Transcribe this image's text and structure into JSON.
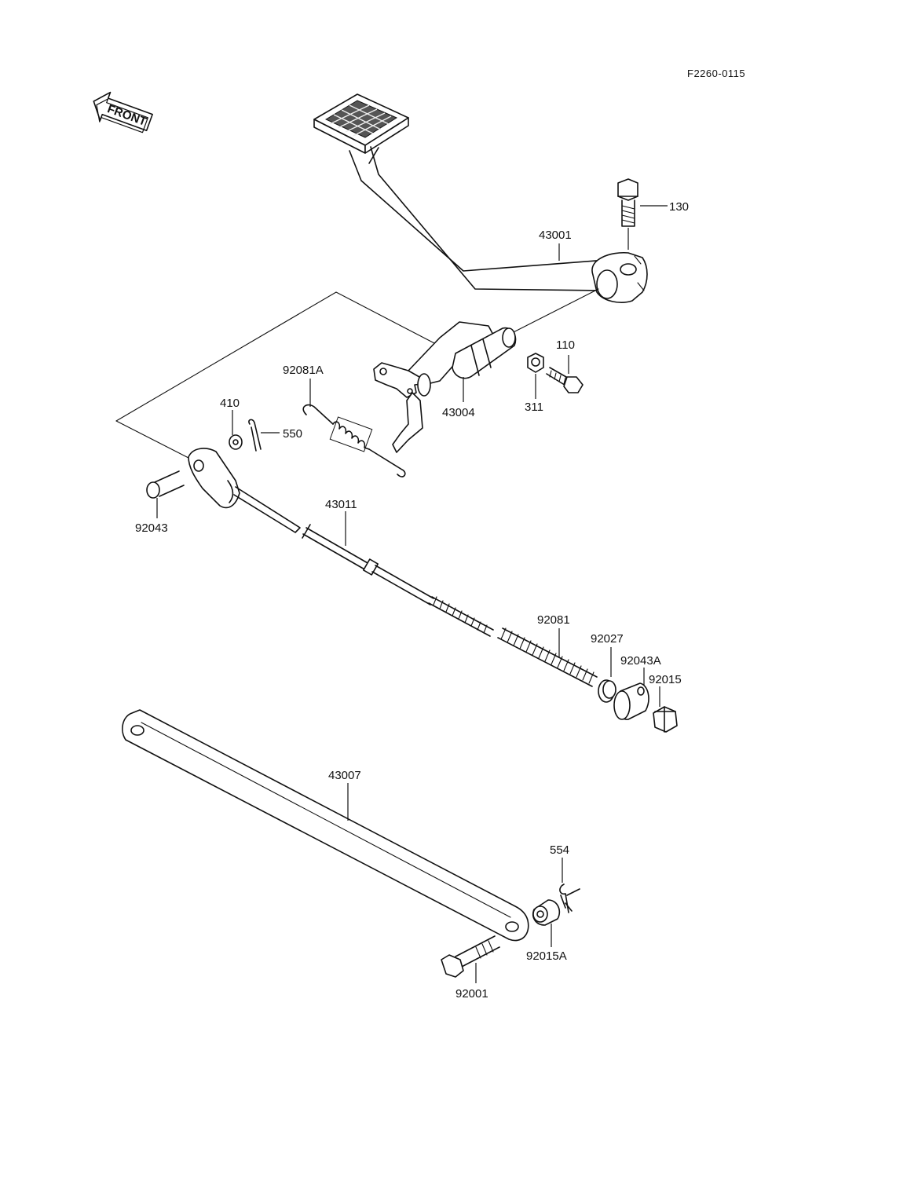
{
  "figure_code": "F2260-0115",
  "front_indicator": "FRONT",
  "parts": [
    {
      "number": "130"
    },
    {
      "number": "43001"
    },
    {
      "number": "110"
    },
    {
      "number": "92081A"
    },
    {
      "number": "43004"
    },
    {
      "number": "311"
    },
    {
      "number": "410"
    },
    {
      "number": "550"
    },
    {
      "number": "92043"
    },
    {
      "number": "43011"
    },
    {
      "number": "92081"
    },
    {
      "number": "92027"
    },
    {
      "number": "92043A"
    },
    {
      "number": "92015"
    },
    {
      "number": "43007"
    },
    {
      "number": "554"
    },
    {
      "number": "92015A"
    },
    {
      "number": "92001"
    }
  ]
}
